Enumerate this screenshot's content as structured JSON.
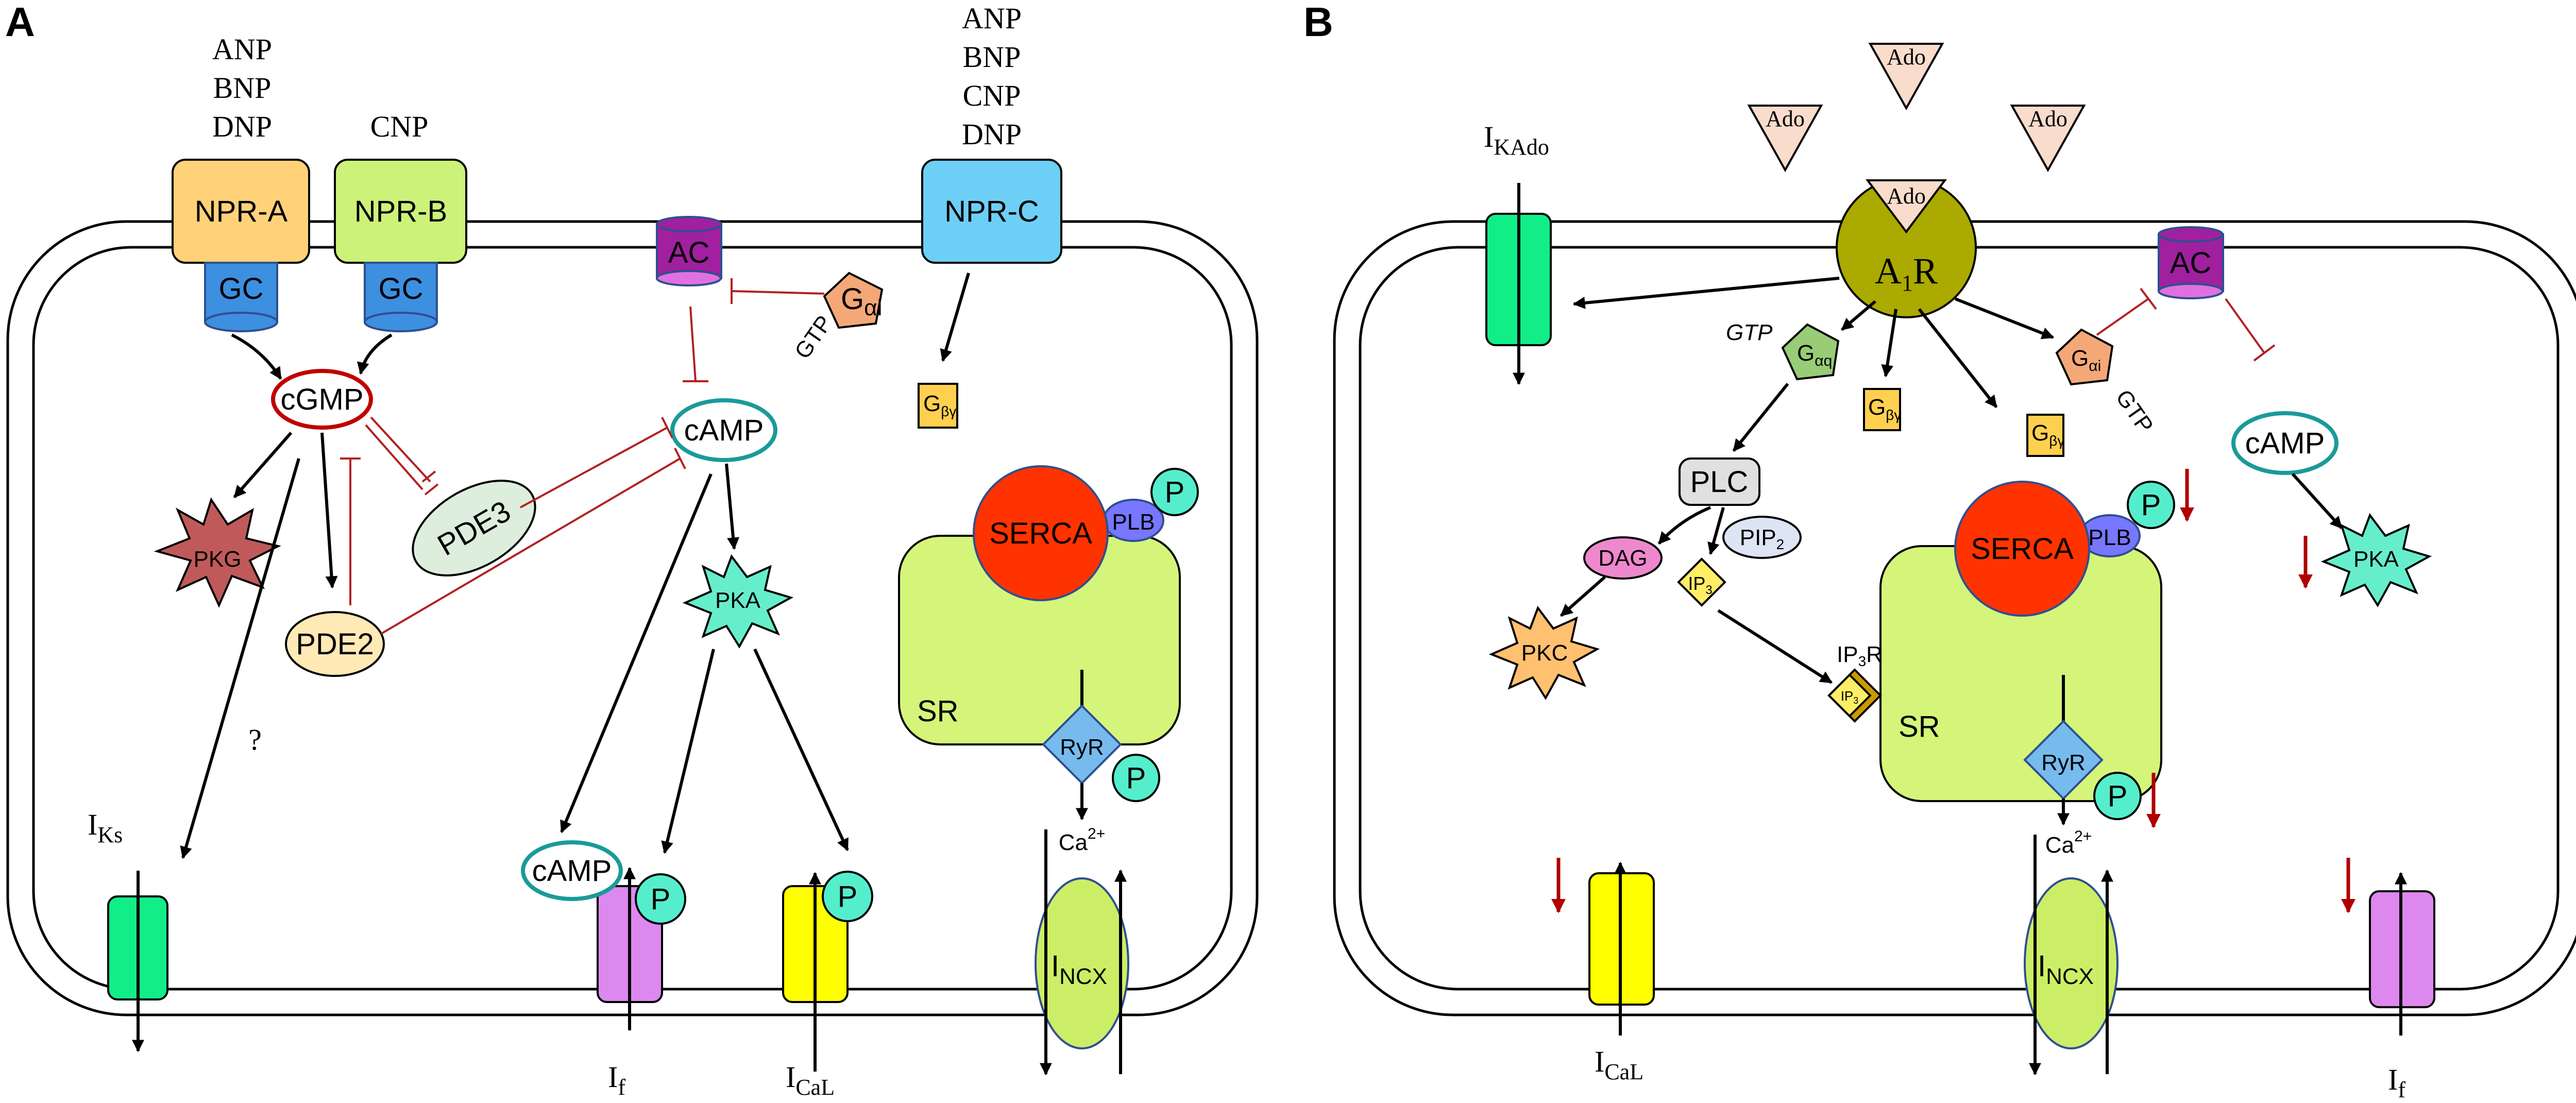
{
  "panels": {
    "a": {
      "label": "A",
      "ligands_npra": [
        "ANP",
        "BNP",
        "DNP"
      ],
      "ligand_nprb": "CNP",
      "ligands_nprc": [
        "ANP",
        "BNP",
        "CNP",
        "DNP"
      ],
      "npra": "NPR-A",
      "nprb": "NPR-B",
      "nprc": "NPR-C",
      "gc": "GC",
      "ac": "AC",
      "cgmp": "cGMP",
      "camp": "cAMP",
      "pkg": "PKG",
      "pka": "PKA",
      "pde3": "PDE3",
      "pde2": "PDE2",
      "gtp": "GTP",
      "galpha_i": {
        "base": "G",
        "sub": "αi"
      },
      "gbetagamma": {
        "base": "G",
        "sub": "βγ"
      },
      "serca": "SERCA",
      "plb": "PLB",
      "phos": "P",
      "sr": "SR",
      "ryr": "RyR",
      "ca": {
        "base": "Ca",
        "sup": "2+"
      },
      "question": "?",
      "iks": {
        "base": "I",
        "sub": "Ks"
      },
      "if": {
        "base": "I",
        "sub": "f"
      },
      "ical": {
        "base": "I",
        "sub": "CaL"
      },
      "incx": {
        "base": "I",
        "sub": "NCX"
      }
    },
    "b": {
      "label": "B",
      "ado": "Ado",
      "a1r": {
        "base": "A",
        "sub": "1",
        "rest": "R"
      },
      "ikado": {
        "base": "I",
        "sub": "KAdo"
      },
      "ac": "AC",
      "gtp": "GTP",
      "galpha_q": {
        "base": "G",
        "sub": "αq"
      },
      "galpha_i": {
        "base": "G",
        "sub": "αi"
      },
      "gbetagamma": {
        "base": "G",
        "sub": "βγ"
      },
      "camp": "cAMP",
      "pka": "PKA",
      "plc": "PLC",
      "dag": "DAG",
      "pip2": {
        "base": "PIP",
        "sub": "2"
      },
      "ip3": {
        "base": "IP",
        "sub": "3"
      },
      "ip3r": {
        "base": "IP",
        "sub": "3",
        "rest": "R"
      },
      "pkc": "PKC",
      "serca": "SERCA",
      "plb": "PLB",
      "phos": "P",
      "sr": "SR",
      "ryr": "RyR",
      "ca": {
        "base": "Ca",
        "sup": "2+"
      },
      "ical": {
        "base": "I",
        "sub": "CaL"
      },
      "incx": {
        "base": "I",
        "sub": "NCX"
      },
      "if": {
        "base": "I",
        "sub": "f"
      }
    }
  },
  "colors": {
    "npra": "#ffd27a",
    "nprb": "#ccf27a",
    "nprc": "#6ecff6",
    "gc": "#3d8fe0",
    "ac": "#a020a0",
    "ac_top": "#e070e0",
    "cgmp_ring": "#c00000",
    "camp_ring": "#1a9a9a",
    "pkg": "#c05a5a",
    "pka": "#66eecc",
    "pde3": "#ddeedd",
    "pde2": "#ffe9b5",
    "galpha_i": "#f4a878",
    "galpha_q": "#99cc77",
    "gbetagamma": "#ffd050",
    "serca": "#ff3300",
    "plb": "#7777ff",
    "phos": "#55eecc",
    "sr": "#d4f57a",
    "ryr": "#77bbee",
    "iks": "#11ee88",
    "if": "#dd88ee",
    "ical": "#ffff00",
    "incx": "#ccee66",
    "ado": "#f9dccc",
    "a1r": "#aaaa00",
    "plc": "#e0e0e0",
    "dag": "#ee88cc",
    "pip2": "#dde4f4",
    "ip3": "#ffee66",
    "pkc": "#ffc070",
    "ip3r": "#cc9900",
    "inhibit": "#b22222",
    "decrease": "#b00000"
  }
}
